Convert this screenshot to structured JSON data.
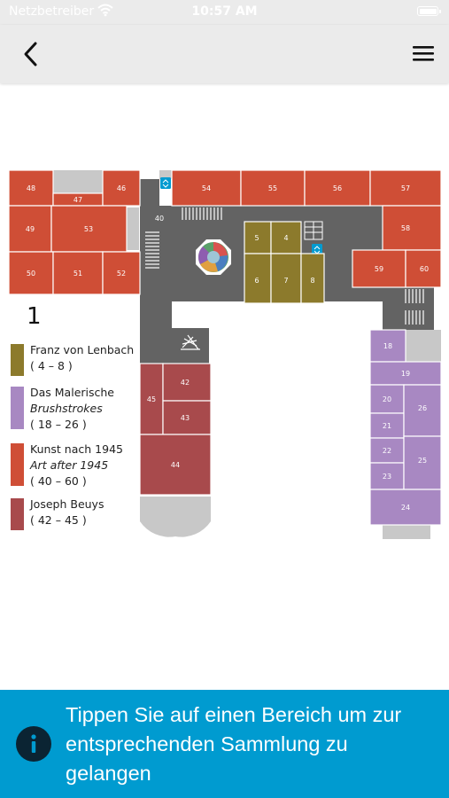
{
  "status_bar": {
    "carrier": "Netzbetreiber",
    "time": "10:57 AM"
  },
  "nav": {
    "back_icon": "chevron-left-icon",
    "menu_icon": "hamburger-menu-icon"
  },
  "floor": "1",
  "colors": {
    "lenbach": "#8c7a2c",
    "malerische": "#a888c2",
    "kunst_1945": "#cf4e36",
    "beuys": "#a84a4c",
    "corridor": "#636363",
    "structure": "#c8c8c8",
    "banner": "#009bd0"
  },
  "rooms": {
    "r4": "4",
    "r5": "5",
    "r6": "6",
    "r7": "7",
    "r8": "8",
    "r18": "18",
    "r19": "19",
    "r20": "20",
    "r21": "21",
    "r22": "22",
    "r23": "23",
    "r24": "24",
    "r25": "25",
    "r26": "26",
    "r40": "40",
    "r42": "42",
    "r43": "43",
    "r44": "44",
    "r45": "45",
    "r46": "46",
    "r47": "47",
    "r48": "48",
    "r49": "49",
    "r50": "50",
    "r51": "51",
    "r52": "52",
    "r53": "53",
    "r54": "54",
    "r55": "55",
    "r56": "56",
    "r57": "57",
    "r58": "58",
    "r59": "59",
    "r60": "60"
  },
  "legend": [
    {
      "line1": "Franz von Lenbach",
      "line2": "",
      "range": "( 4 – 8 )"
    },
    {
      "line1": "Das Malerische",
      "line2": "Brushstrokes",
      "range": "( 18 – 26 )"
    },
    {
      "line1": "Kunst nach 1945",
      "line2": "Art after 1945",
      "range": "( 40 – 60 )"
    },
    {
      "line1": "Joseph Beuys",
      "line2": "",
      "range": "( 42 – 45 )"
    }
  ],
  "info_banner": {
    "icon": "info-icon",
    "text": "Tippen Sie auf einen Bereich um zur entsprechenden Sammlung zu gelangen"
  }
}
